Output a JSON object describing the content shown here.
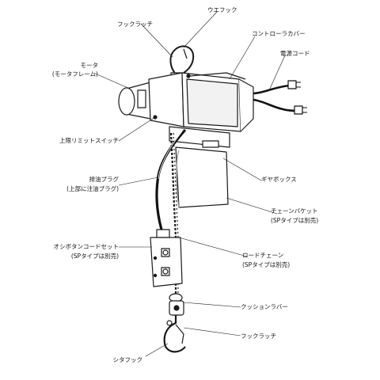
{
  "labels": {
    "top_hook_latch": "フックラッチ",
    "upper_hook": "ウエフック",
    "controller_cover": "コントローラカバー",
    "power_cord": "電源コード",
    "motor": "モータ",
    "motor_frame": "(モータフレーム)",
    "upper_limit_switch": "上限リミットスイッチ",
    "gear_box": "ギヤボックス",
    "drain_plug": "排油プラグ",
    "drain_plug_note": "(上部に注油プラグ)",
    "chain_bucket": "チェーンバケット",
    "chain_bucket_note": "(SPタイプは別売)",
    "pendant_cord_set": "オシボタンコードセット",
    "pendant_cord_note": "(SPタイプは別売)",
    "load_chain": "ロードチェーン",
    "load_chain_note": "(SPタイプは別売)",
    "cushion_rubber": "クッションラバー",
    "bottom_hook_latch": "フックラッチ",
    "bottom_hook": "シタフック"
  },
  "colors": {
    "line": "#1a1a1a",
    "body_fill": "#ffffff",
    "shade": "#d9d9d9",
    "cord": "#111111"
  }
}
